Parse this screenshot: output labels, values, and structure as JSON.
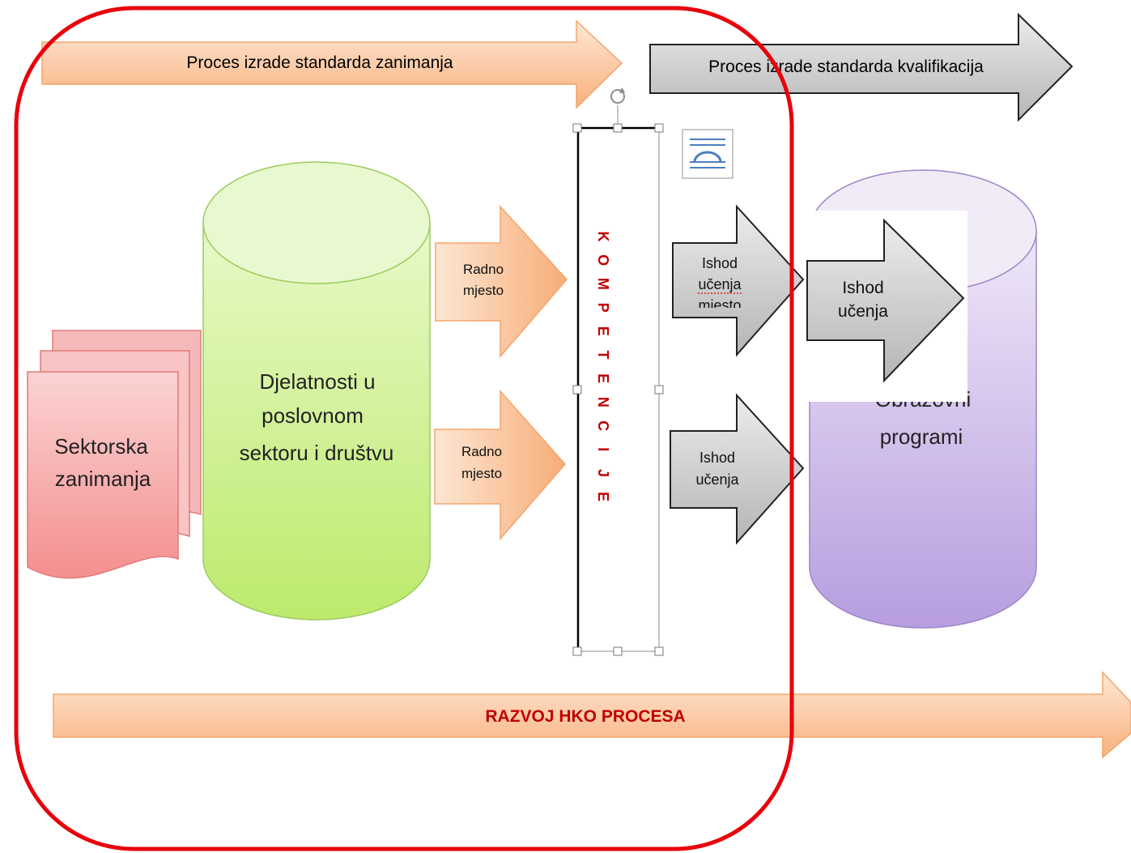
{
  "top_arrows": {
    "occupation_process": "Proces izrade standarda zanimanja",
    "qualification_process": "Proces izrade standarda kvalifikacija"
  },
  "documents": {
    "label_line1": "Sektorska",
    "label_line2": "zanimanja"
  },
  "activities_cylinder": {
    "line1": "Djelatnosti u",
    "line2": "poslovnom",
    "line3": "sektoru i društvu"
  },
  "work_place_arrows": [
    {
      "line1": "Radno",
      "line2": "mjesto"
    },
    {
      "line1": "Radno",
      "line2": "mjesto"
    }
  ],
  "competencies": {
    "letters": [
      "K",
      "O",
      "M",
      "P",
      "E",
      "T",
      "E",
      "N",
      "C",
      "I",
      "J",
      "E"
    ]
  },
  "outcome_arrows": [
    {
      "line1": "Ishod",
      "line2": "učenja",
      "line3": "mjesto"
    },
    {
      "line1": "Ishod",
      "line2": "učenja"
    },
    {
      "line1": "Ishod",
      "line2": "učenja"
    }
  ],
  "education_cylinder": {
    "line1": "Obrazovni",
    "line2": "programi"
  },
  "bottom_arrow": {
    "label": "RAZVOJ HKO PROCESA"
  },
  "colors": {
    "highlight_border": "#e8000b",
    "orange_fill_top": "#fde0c8",
    "orange_fill_bottom": "#f9b98a",
    "grey_fill": "#c9c9c9",
    "green_fill": "#ccf08a",
    "purple_fill": "#cbb6e6",
    "pink_fill": "#f7a8a8",
    "competence_text": "#c00000"
  }
}
